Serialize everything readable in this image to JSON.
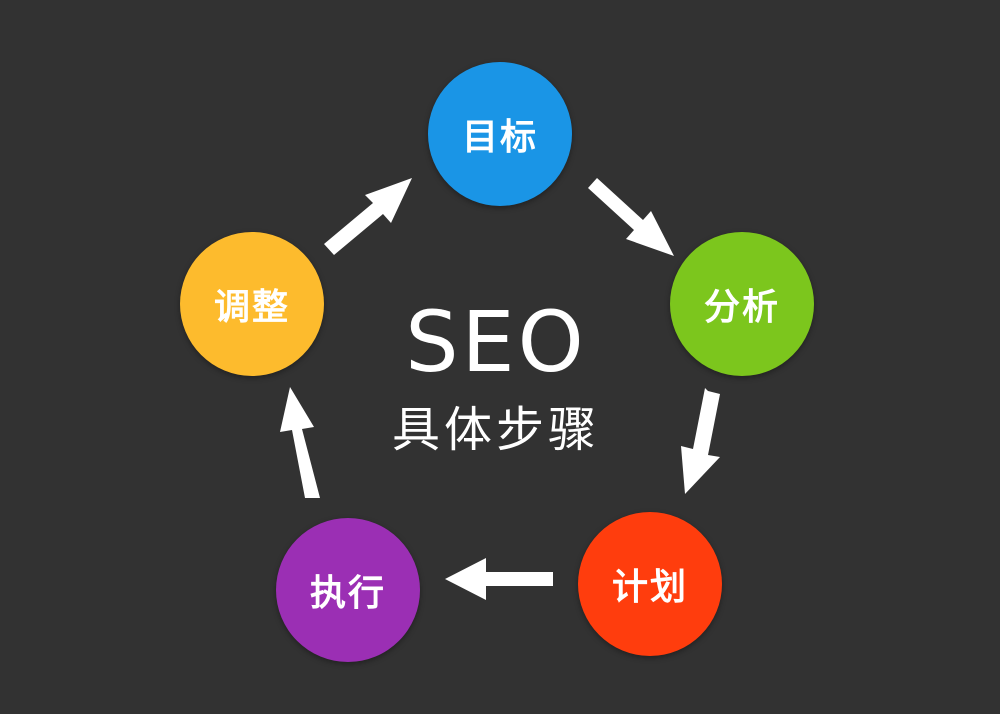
{
  "center": {
    "title": "SEO",
    "subtitle": "具体步骤"
  },
  "steps": [
    {
      "label": "目标",
      "color": "#1a95e6"
    },
    {
      "label": "分析",
      "color": "#7cc61d"
    },
    {
      "label": "计划",
      "color": "#ff3d0d"
    },
    {
      "label": "执行",
      "color": "#9b2fb4"
    },
    {
      "label": "调整",
      "color": "#fdbb2d"
    }
  ],
  "colors": {
    "background": "#323232",
    "text": "#ffffff",
    "arrow": "#ffffff"
  }
}
